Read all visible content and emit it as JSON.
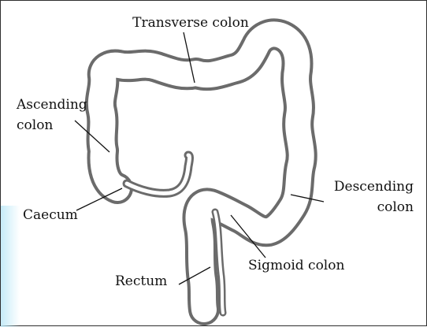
{
  "labels": {
    "transverse": "Transverse colon",
    "ascending_line1": "Ascending",
    "ascending_line2": "colon",
    "caecum": "Caecum",
    "descending_line1": "Descending",
    "descending_line2": "colon",
    "sigmoid": "Sigmoid colon",
    "rectum": "Rectum"
  },
  "colors": {
    "outline": "#6b6b6b",
    "tube": "#f7f7f7",
    "text": "#111111",
    "accent": "#bfe9f7"
  }
}
